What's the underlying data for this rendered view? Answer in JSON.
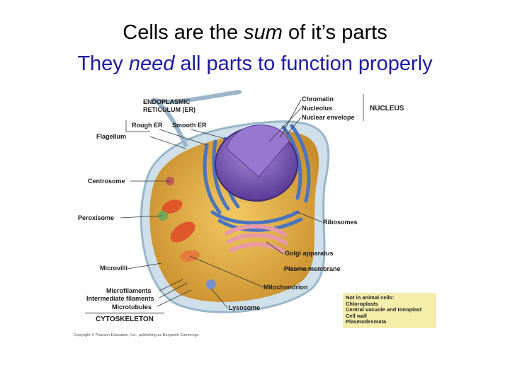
{
  "title_line1": {
    "before": "Cells are the ",
    "emph": "sum",
    "after": " of it’s parts"
  },
  "title_line2": {
    "before": "They ",
    "emph": "need",
    "after": " all parts to function properly"
  },
  "labels": {
    "er_heading": "ENDOPLASMIC RETICULUM (ER)",
    "rough_er": "Rough ER",
    "smooth_er": "Smooth ER",
    "flagellum": "Flagellum",
    "centrosome": "Centrosome",
    "peroxisome": "Peroxisome",
    "microvilli": "Microvilli",
    "microfilaments": "Microfilaments",
    "intermediate_filaments": "Intermediate filaments",
    "microtubules": "Microtubules",
    "cytoskeleton": "CYTOSKELETON",
    "chromatin": "Chromatin",
    "nucleolus": "Nucleolus",
    "nuclear_envelope": "Nuclear envelope",
    "nucleus": "NUCLEUS",
    "ribosomes": "Ribosomes",
    "golgi": "Golgi apparatus",
    "plasma_membrane": "Plasma membrane",
    "mitochondrion": "Mitochondrion",
    "lysosome": "Lysosome"
  },
  "not_in_animal_cells": {
    "heading": "Not in animal cells:",
    "items": [
      "Chloroplasts",
      "Central vacuole and tonoplast",
      "Cell wall",
      "Plasmodesmata"
    ]
  },
  "copyright": "Copyright © Pearson Education, Inc., publishing as Benjamin Cummings",
  "colors": {
    "title_line2": "#1f1a9e",
    "cell_membrane": "#cfe0ea",
    "cytoplasm": "#e8b848",
    "nucleus": "#7c56b8",
    "er": "#4a74c0",
    "golgi": "#e79aa6",
    "mitochondria": "#e0582a",
    "note_box": "#f4eeaa"
  }
}
